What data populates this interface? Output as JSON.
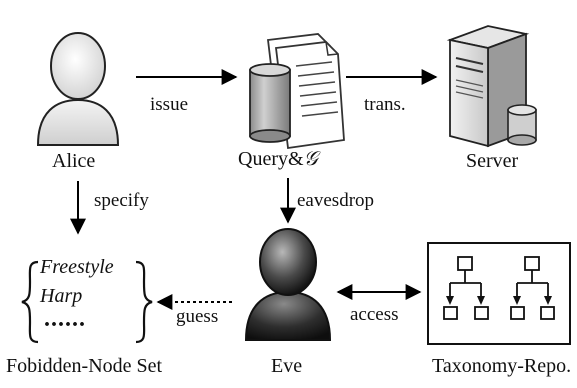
{
  "nodes": {
    "alice": "Alice",
    "query_prefix": "Query&",
    "query_symbol": "𝒢",
    "server": "Server",
    "eve": "Eve",
    "forbidden_set": "Fobidden-Node Set",
    "taxonomy": "Taxonomy-Repo."
  },
  "edges": {
    "issue": "issue",
    "trans": "trans.",
    "specify": "specify",
    "eavesdrop": "eavesdrop",
    "guess": "guess",
    "access": "access"
  },
  "forbidden_items": [
    "Freestyle",
    "Harp",
    "......"
  ]
}
